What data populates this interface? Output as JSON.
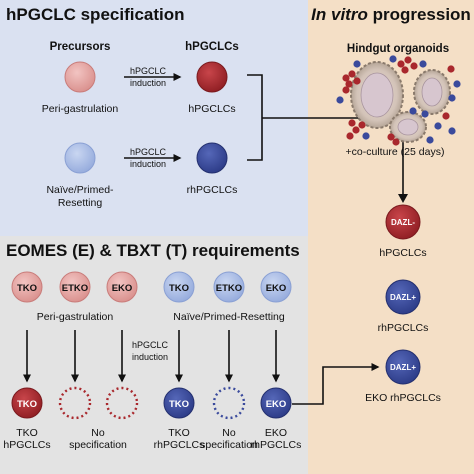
{
  "spec_panel": {
    "title": "hPGCLC specification",
    "col_precursors": "Precursors",
    "col_hpgclcs": "hPGCLCs",
    "row1_left": "Peri-gastrulation",
    "row1_arrow_1": "hPGCLC",
    "row1_arrow_2": "induction",
    "row1_right": "hPGCLCs",
    "row2_left_1": "Naïve/Primed-",
    "row2_left_2": "Resetting",
    "row2_arrow_1": "hPGCLC",
    "row2_arrow_2": "induction",
    "row2_right": "rhPGCLCs"
  },
  "vitro_panel": {
    "title_italic": "In vitro",
    "title_rest": " progression",
    "organoid_label": "Hindgut organoids",
    "coculture": "+co-culture (25 days)",
    "outputs": [
      {
        "marker": "DAZL-",
        "label": "hPGCLCs"
      },
      {
        "marker": "DAZL+",
        "label": "rhPGCLCs"
      },
      {
        "marker": "DAZL+",
        "label": "EKO rhPGCLCs"
      }
    ]
  },
  "req_panel": {
    "title": "EOMES (E) & TBXT (T) requirements",
    "left_group_label": "Peri-gastrulation",
    "right_group_label": "Naïve/Primed-Resetting",
    "induction_1": "hPGCLC",
    "induction_2": "induction",
    "left_top": [
      "TKO",
      "ETKO",
      "EKO"
    ],
    "right_top": [
      "TKO",
      "ETKO",
      "EKO"
    ],
    "left_bottom": [
      {
        "circle": "TKO",
        "label_1": "TKO",
        "label_2": "hPGCLCs"
      },
      {
        "circle": "",
        "label_1": "",
        "label_2": ""
      },
      {
        "circle": "",
        "label_1": "",
        "label_2": ""
      }
    ],
    "right_bottom": [
      {
        "circle": "TKO",
        "label_1": "TKO",
        "label_2": "rhPGCLCs"
      },
      {
        "circle": "",
        "label_1": "No",
        "label_2": "specification"
      },
      {
        "circle": "EKO",
        "label_1": "EKO",
        "label_2": "rhPGCLCs"
      }
    ],
    "no_spec_1": "No",
    "no_spec_2": "specification"
  },
  "colors": {
    "spec_bg": "#dae1f1",
    "vitro_bg": "#f4dfc6",
    "req_bg": "#e3e3e3",
    "red_light": "#e3a5a3",
    "red_dark": "#a9282d",
    "blue_light": "#a9bde6",
    "blue_dark": "#3a4a9c"
  }
}
